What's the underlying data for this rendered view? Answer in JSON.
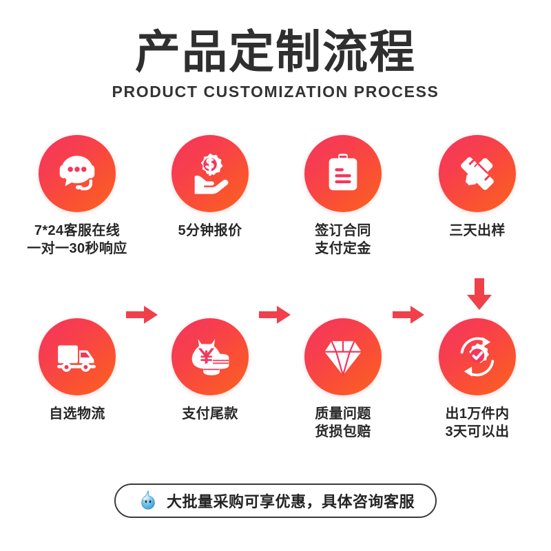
{
  "header": {
    "title_cn": "产品定制流程",
    "title_en": "PRODUCT CUSTOMIZATION PROCESS"
  },
  "colors": {
    "gradient_start": "#F5365C",
    "gradient_end": "#FB6321",
    "arrow": "#F0404A",
    "text": "#262626",
    "banner_border": "#3A3A3A",
    "banner_icon": "#4FA8DC"
  },
  "flow": {
    "row1": {
      "direction": "left-to-right",
      "steps": [
        {
          "icon": "headset-chat-icon",
          "label": "7*24客服在线\n一对一30秒响应"
        },
        {
          "icon": "gear-dollar-hand-icon",
          "label": "5分钟报价"
        },
        {
          "icon": "clipboard-contract-icon",
          "label": "签订合同\n支付定金"
        },
        {
          "icon": "pencil-ruler-icon",
          "label": "三天出样"
        }
      ],
      "arrows": [
        "arrow-right-icon",
        "arrow-right-icon",
        "arrow-right-icon"
      ]
    },
    "connector": {
      "icon": "arrow-down-icon"
    },
    "row2": {
      "direction": "right-to-left",
      "steps": [
        {
          "icon": "delivery-truck-icon",
          "label": "自选物流"
        },
        {
          "icon": "money-bag-coins-icon",
          "label": "支付尾款"
        },
        {
          "icon": "diamond-icon",
          "label": "质量问题\n货损包赔"
        },
        {
          "icon": "gear-check-refresh-icon",
          "label": "出1万件内\n3天可以出"
        }
      ],
      "arrows": [
        "arrow-left-icon",
        "arrow-left-icon",
        "arrow-left-icon"
      ]
    }
  },
  "banner": {
    "icon": "water-drop-mascot-icon",
    "text": "大批量采购可享优惠，具体咨询客服"
  }
}
